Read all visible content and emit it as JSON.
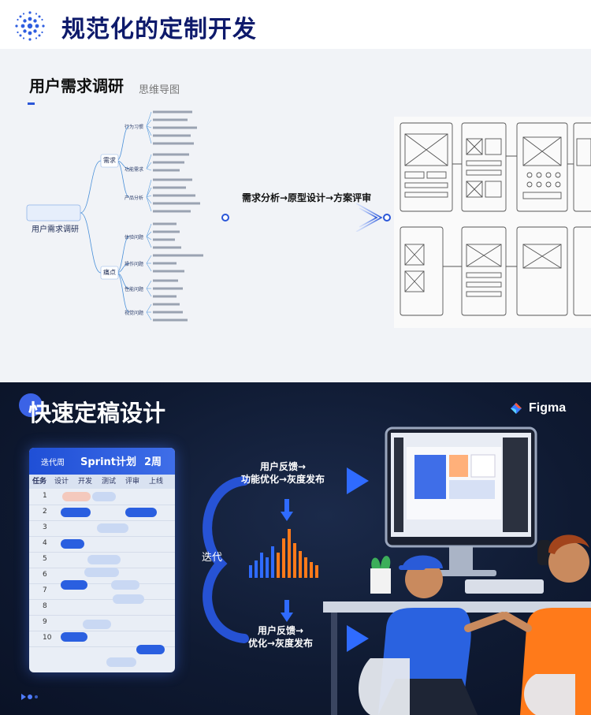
{
  "header": {
    "title": "规范化的定制开发"
  },
  "research": {
    "title": "用户需求调研",
    "subtitle": "思维导图",
    "flow_label": "需求分析→原型设计→方案评审",
    "mindmap": {
      "root": "用户需求调研",
      "branch_1": "需求",
      "branch_2": "痛点",
      "sub_a": "行为习惯",
      "sub_b": "功能需求",
      "sub_c": "产品分析",
      "sub_d": "体验问题",
      "sub_e": "操作问题",
      "sub_f": "性能问题",
      "sub_g": "视觉问题"
    }
  },
  "dev": {
    "title": "快速定稿设计",
    "brand": "Figma",
    "sprint": {
      "left": "迭代周",
      "center": "Sprint计划",
      "right": "2周",
      "columns": [
        "任务",
        "设计",
        "开发",
        "测试",
        "评审",
        "上线"
      ],
      "rows": [
        "1",
        "2",
        "3",
        "4",
        "5",
        "6",
        "7",
        "8",
        "9",
        "10"
      ]
    },
    "feedback_top_line1": "用户反馈→",
    "feedback_top_line2": "功能优化→灰度发布",
    "iteration": "迭代",
    "feedback_bottom_line1": "用户反馈→",
    "feedback_bottom_line2": "优化→灰度发布"
  },
  "colors": {
    "brand_blue": "#2a56d8",
    "dark_bg": "#0f1a32",
    "accent_orange": "#ff7a1a"
  }
}
